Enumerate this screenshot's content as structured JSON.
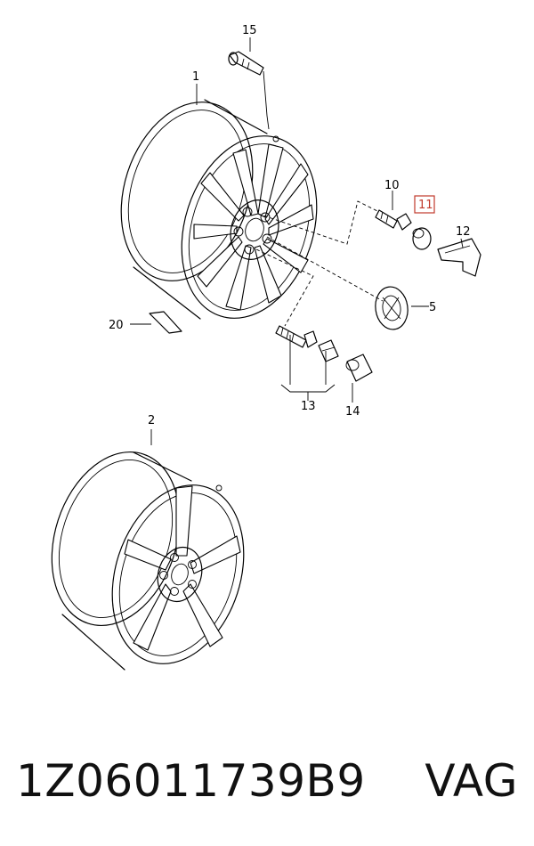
{
  "callouts": {
    "c1": "1",
    "c2": "2",
    "c5": "5",
    "c10": "10",
    "c11": "11",
    "c12": "12",
    "c13": "13",
    "c14": "14",
    "c15": "15",
    "c20": "20"
  },
  "highlight_color": "#c0392b",
  "footer": {
    "part_number": "1Z06011739B9",
    "brand": "VAG"
  }
}
